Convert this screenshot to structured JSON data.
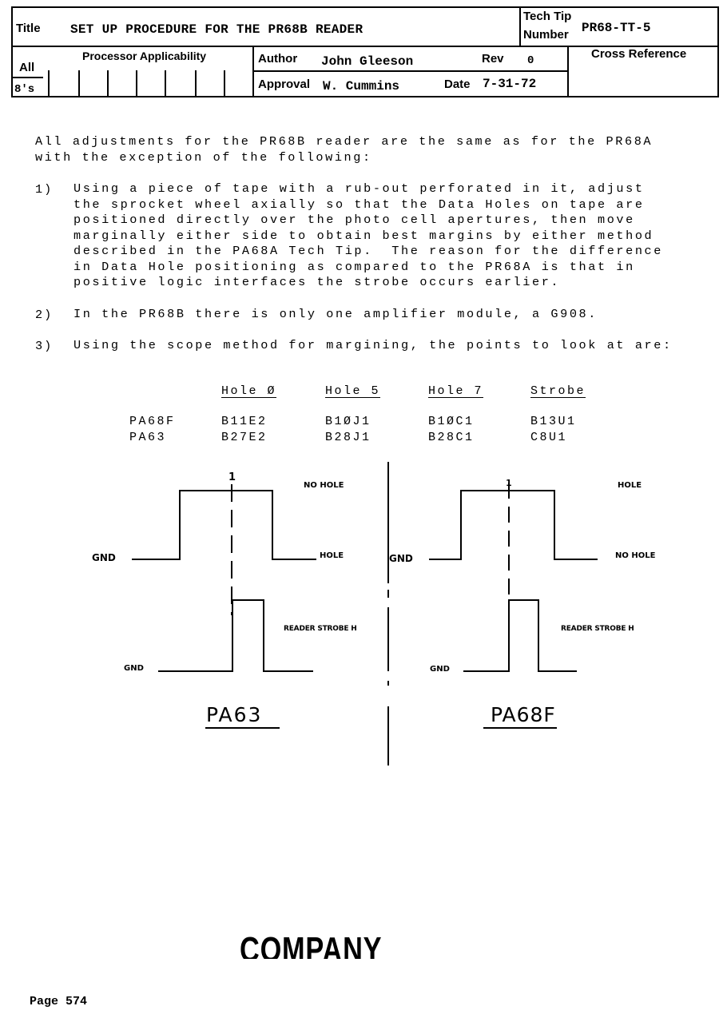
{
  "header": {
    "title_label": "Title",
    "title": "SET UP PROCEDURE FOR THE PR68B READER",
    "tech_tip_label": "Tech Tip",
    "number_label": "Number",
    "tech_tip_number": "PR68-TT-5",
    "all_label": "All",
    "all_value": "8's",
    "processor_label": "Processor Applicability",
    "author_label": "Author",
    "author": "John Gleeson",
    "rev_label": "Rev",
    "rev": "0",
    "cross_ref_label": "Cross Reference",
    "approval_label": "Approval",
    "approval": "W. Cummins",
    "date_label": "Date",
    "date": "7-31-72"
  },
  "body": {
    "intro": "All adjustments for the PR68B reader are the same as for the PR68A\nwith the exception of the following:",
    "items": [
      {
        "num": "1)",
        "text": "Using a piece of tape with a rub-out perforated in it, adjust\nthe sprocket wheel axially so that the Data Holes on tape are\npositioned directly over the photo cell apertures, then move\nmarginally either side to obtain best margins by either method\ndescribed in the PA68A Tech Tip.  The reason for the difference\nin Data Hole positioning as compared to the PR68A is that in\npositive logic interfaces the strobe occurs earlier."
      },
      {
        "num": "2)",
        "text": "In the PR68B there is only one amplifier module, a G908."
      },
      {
        "num": "3)",
        "text": "Using the scope method for margining, the points to look at are:"
      }
    ]
  },
  "table": {
    "headers": [
      "Hole Ø",
      "Hole 5",
      "Hole 7",
      "Strobe"
    ],
    "rows": [
      {
        "label": "PA68F",
        "cells": [
          "B11E2",
          "B1ØJ1",
          "B1ØC1",
          "B13U1"
        ]
      },
      {
        "label": "PA63",
        "cells": [
          "B27E2",
          "B28J1",
          "B28C1",
          "C8U1"
        ]
      }
    ]
  },
  "diagram": {
    "left": {
      "top_high": "NO HOLE",
      "top_low": "HOLE",
      "gnd1": "GND",
      "strobe": "READER STROBE H",
      "gnd2": "GND",
      "caption": "PA63",
      "marker": "1"
    },
    "right": {
      "top_high": "HOLE",
      "top_low": "NO HOLE",
      "gnd1": "GND",
      "strobe": "READER STROBE H",
      "gnd2": "GND",
      "caption": "PA68F",
      "marker": "1"
    }
  },
  "stamp": "COMPANY CONFIDENTIAL",
  "footer": {
    "page": "Page 574"
  }
}
